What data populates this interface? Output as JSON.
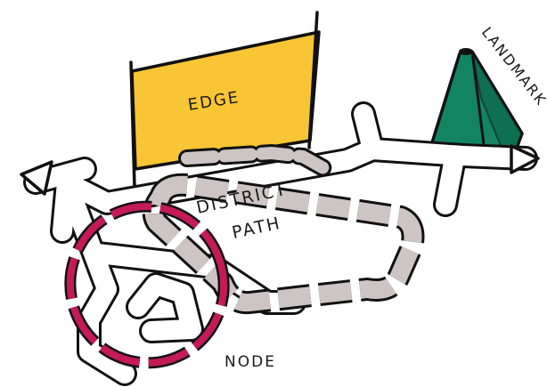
{
  "labels": {
    "edge": "EDGE",
    "landmark": "LANDMARK",
    "district": "DISTRICT",
    "path": "PATH",
    "node": "NODE"
  },
  "colors": {
    "edge_fill": "#f8c534",
    "landmark_fill": "#138462",
    "landmark_side": "#0d5e46",
    "district_fill": "#cdc4c4",
    "node_ring": "#c41a58",
    "path_fill": "#ffffff",
    "stroke": "#111111"
  }
}
